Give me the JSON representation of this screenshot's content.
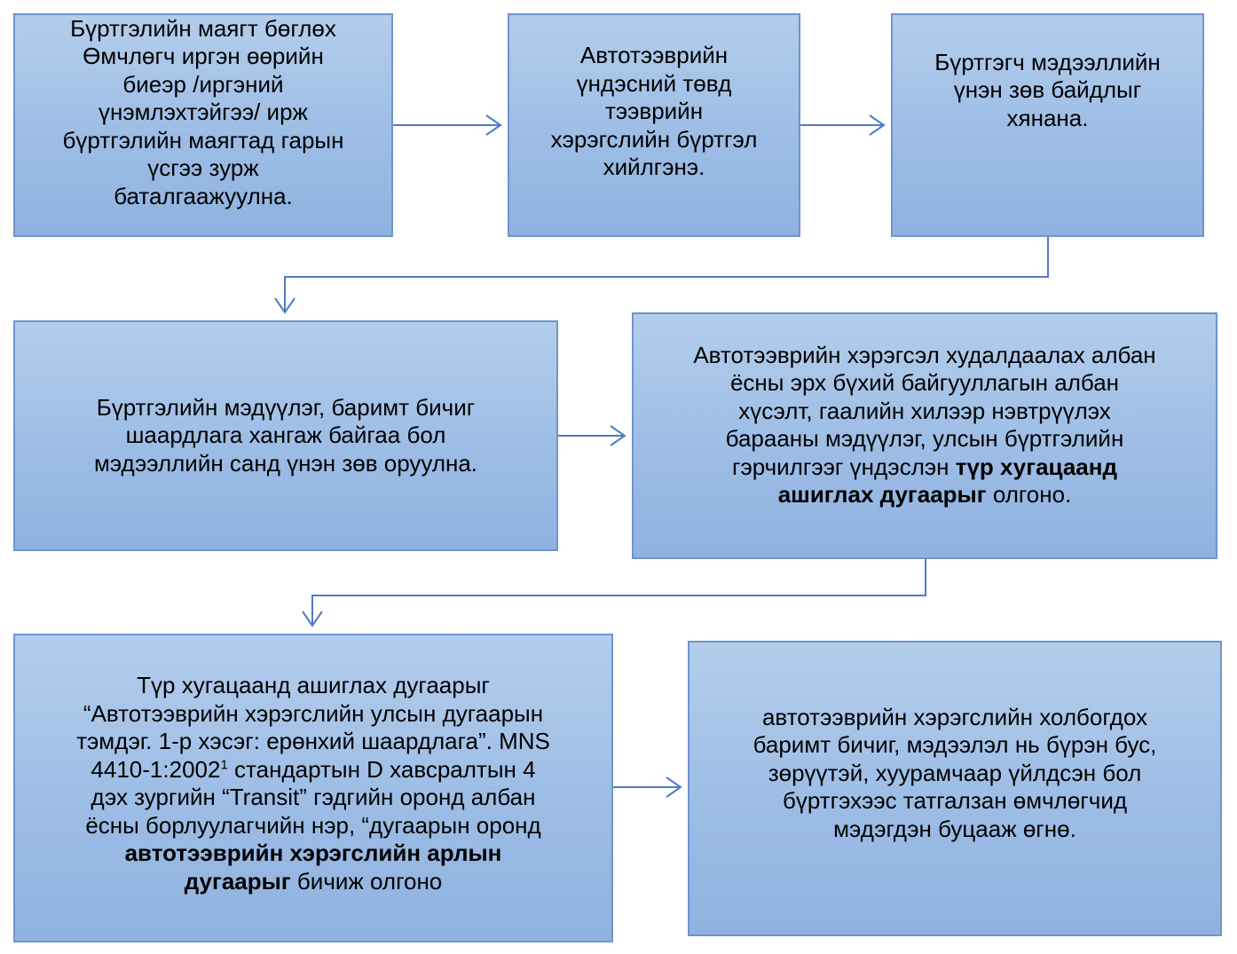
{
  "boxes": {
    "b1": "Бүртгэлийн маягт бөглөх\nӨмчлөгч иргэн өөрийн\nбиеэр /иргэний\nүнэмлэхтэйгээ/ ирж\nбүртгэлийн маягтад гарын\nүсгээ зурж\nбаталгаажуулна.",
    "b2": "Автотээврийн\nүндэсний төвд\nтээврийн\nхэрэгслийн бүртгэл\nхийлгэнэ.",
    "b3": "Бүртгэгч мэдээллийн\nүнэн зөв байдлыг\nхянана.",
    "b4": "Бүртгэлийн мэдүүлэг, баримт бичиг\nшаардлага хангаж байгаа бол\nмэдээллийн санд үнэн зөв оруулна.",
    "b5": {
      "line1": "Автотээврийн хэрэгсэл худалдаалах албан",
      "line2": "ёсны эрх бүхий байгууллагын албан",
      "line3": "хүсэлт, гаалийн хилээр нэвтрүүлэх",
      "line4": "барааны мэдүүлэг, улсын бүртгэлийн",
      "line5_pre": "гэрчилгээг үндэслэн ",
      "line5_bold": "түр хугацаанд",
      "line6_bold": "ашиглах дугаарыг",
      "line6_post": " олгоно."
    },
    "b6": {
      "line1": "Түр хугацаанд ашиглах дугаарыг",
      "line2": "“Автотээврийн хэрэгслийн улсын дугаарын",
      "line3": "тэмдэг. 1-р хэсэг: ерөнхий шаардлага”. MNS",
      "line4_pre": "4410-1:2002",
      "line4_sup": "1",
      "line4_post": " стандартын D хавсралтын 4",
      "line5": "дэх зургийн “Transit” гэдгийн оронд албан",
      "line6": "ёсны борлуулагчийн нэр, “дугаарын  оронд",
      "line7_bold": "автотээврийн хэрэгслийн арлын",
      "line8_bold": "дугаарыг",
      "line8_post": " бичиж олгоно"
    },
    "b7": "автотээврийн хэрэгслийн холбогдох\nбаримт бичиг, мэдээлэл нь бүрэн бус,\nзөрүүтэй, хуурамчаар үйлдсэн бол\nбүртгэхээс татгалзан өмчлөгчид\nмэдэгдэн буцааж өгнө."
  },
  "colors": {
    "box_fill_top": "#b3cdeb",
    "box_fill_bottom": "#8fb2df",
    "box_border": "#6e95cc",
    "connector": "#4f7bc8"
  }
}
